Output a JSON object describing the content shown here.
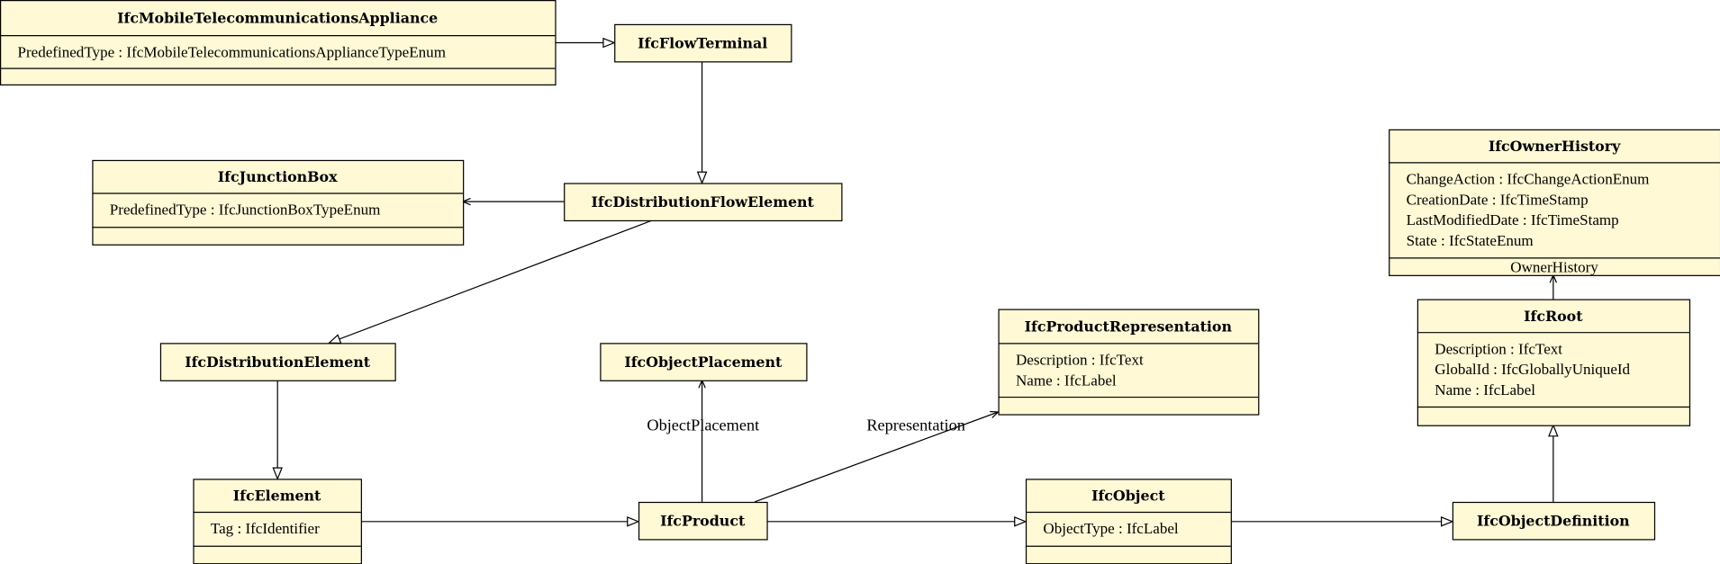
{
  "classes": {
    "mobile": {
      "name": "IfcMobileTelecommunicationsAppliance",
      "attributes": [
        "PredefinedType : IfcMobileTelecommunicationsApplianceTypeEnum"
      ]
    },
    "flowterminal": {
      "name": "IfcFlowTerminal",
      "attributes": []
    },
    "junction": {
      "name": "IfcJunctionBox",
      "attributes": [
        "PredefinedType : IfcJunctionBoxTypeEnum"
      ]
    },
    "dfe": {
      "name": "IfcDistributionFlowElement",
      "attributes": []
    },
    "distel": {
      "name": "IfcDistributionElement",
      "attributes": []
    },
    "element": {
      "name": "IfcElement",
      "attributes": [
        "Tag : IfcIdentifier"
      ]
    },
    "product": {
      "name": "IfcProduct",
      "attributes": []
    },
    "placement": {
      "name": "IfcObjectPlacement",
      "attributes": []
    },
    "prodrep": {
      "name": "IfcProductRepresentation",
      "attributes": [
        "Description : IfcText",
        "Name : IfcLabel"
      ]
    },
    "object": {
      "name": "IfcObject",
      "attributes": [
        "ObjectType : IfcLabel"
      ]
    },
    "objdef": {
      "name": "IfcObjectDefinition",
      "attributes": []
    },
    "root": {
      "name": "IfcRoot",
      "attributes": [
        "Description : IfcText",
        "GlobalId : IfcGloballyUniqueId",
        "Name : IfcLabel"
      ]
    },
    "owner": {
      "name": "IfcOwnerHistory",
      "attributes": [
        "ChangeAction : IfcChangeActionEnum",
        "CreationDate : IfcTimeStamp",
        "LastModifiedDate : IfcTimeStamp",
        "State : IfcStateEnum"
      ],
      "footer": "OwnerHistory"
    }
  },
  "edges": {
    "placement_label": "ObjectPlacement",
    "representation_label": "Representation"
  }
}
